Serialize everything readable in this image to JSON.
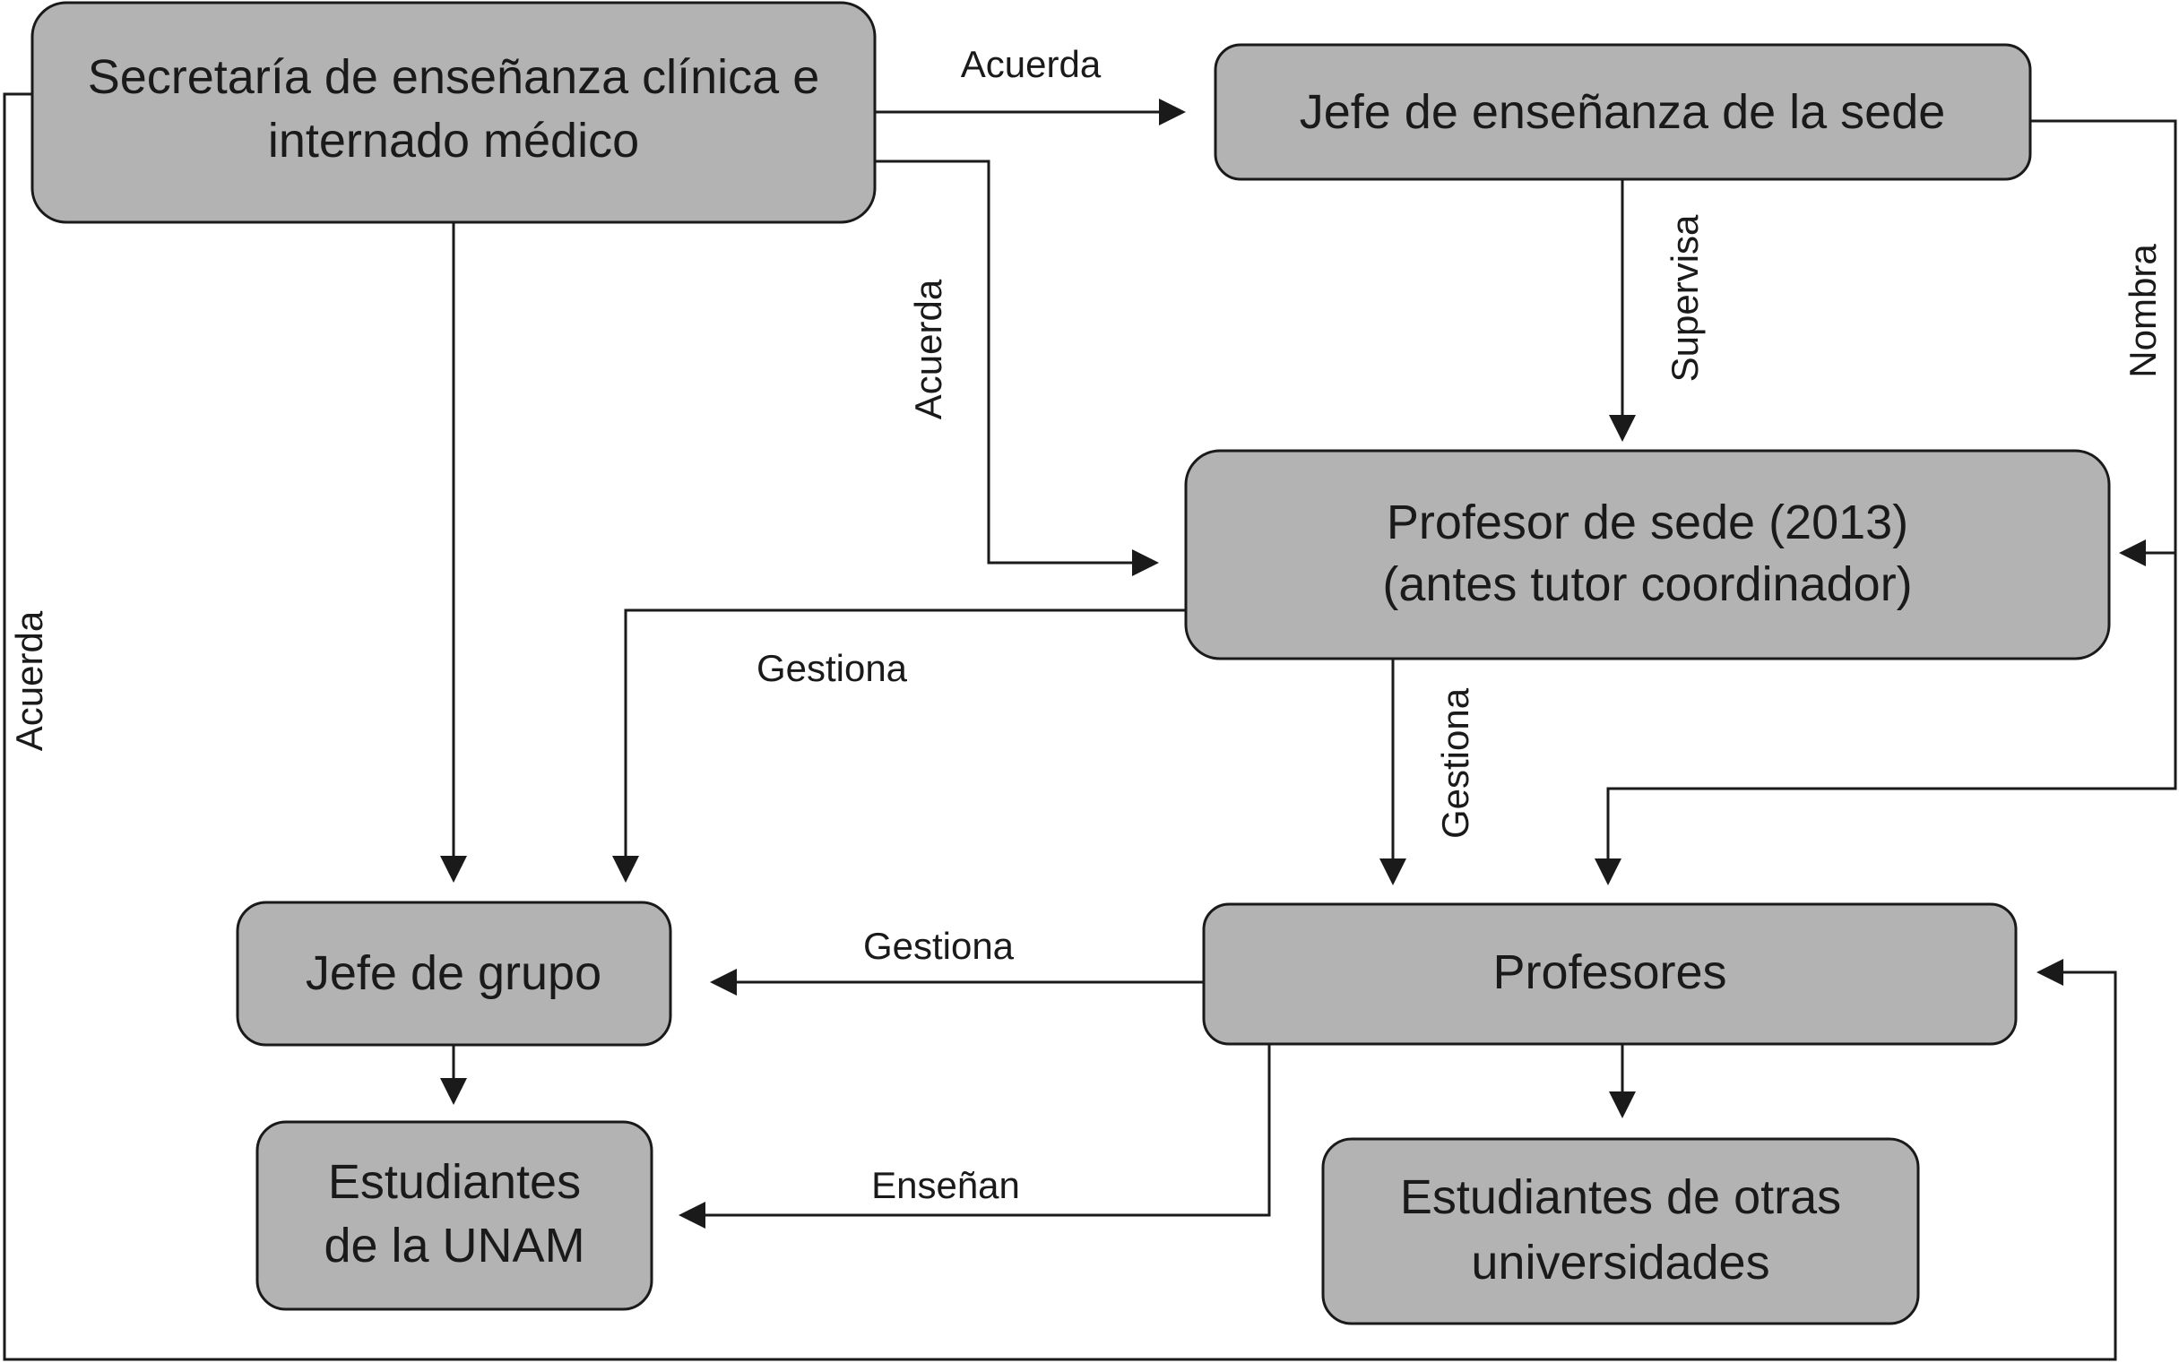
{
  "nodes": {
    "secretaria": {
      "lines": [
        "Secretaría de enseñanza clínica e",
        "internado médico"
      ]
    },
    "jefe_ensenanza": {
      "lines": [
        "Jefe de enseñanza de la sede"
      ]
    },
    "profesor_sede": {
      "lines": [
        "Profesor de sede (2013)",
        "(antes tutor coordinador)"
      ]
    },
    "jefe_grupo": {
      "lines": [
        "Jefe de grupo"
      ]
    },
    "profesores": {
      "lines": [
        "Profesores"
      ]
    },
    "estudiantes_unam": {
      "lines": [
        "Estudiantes",
        "de la UNAM"
      ]
    },
    "estudiantes_otras": {
      "lines": [
        "Estudiantes de otras",
        "universidades"
      ]
    }
  },
  "edges": [
    {
      "from": "secretaria",
      "to": "jefe_ensenanza",
      "label": "Acuerda"
    },
    {
      "from": "secretaria",
      "to": "profesor_sede",
      "label": "Acuerda"
    },
    {
      "from": "secretaria",
      "to": "jefe_grupo",
      "label": ""
    },
    {
      "from": "secretaria",
      "to": "profesores",
      "label": "Acuerda"
    },
    {
      "from": "jefe_ensenanza",
      "to": "profesor_sede",
      "label": "Supervisa"
    },
    {
      "from": "jefe_ensenanza",
      "to": "profesor_sede",
      "label": "Nombra"
    },
    {
      "from": "jefe_ensenanza",
      "to": "profesores",
      "label": ""
    },
    {
      "from": "profesor_sede",
      "to": "jefe_grupo",
      "label": "Gestiona"
    },
    {
      "from": "profesor_sede",
      "to": "profesores",
      "label": "Gestiona"
    },
    {
      "from": "profesores",
      "to": "jefe_grupo",
      "label": "Gestiona"
    },
    {
      "from": "profesores",
      "to": "estudiantes_unam",
      "label": "Enseñan"
    },
    {
      "from": "profesores",
      "to": "estudiantes_otras",
      "label": ""
    },
    {
      "from": "jefe_grupo",
      "to": "estudiantes_unam",
      "label": ""
    }
  ]
}
